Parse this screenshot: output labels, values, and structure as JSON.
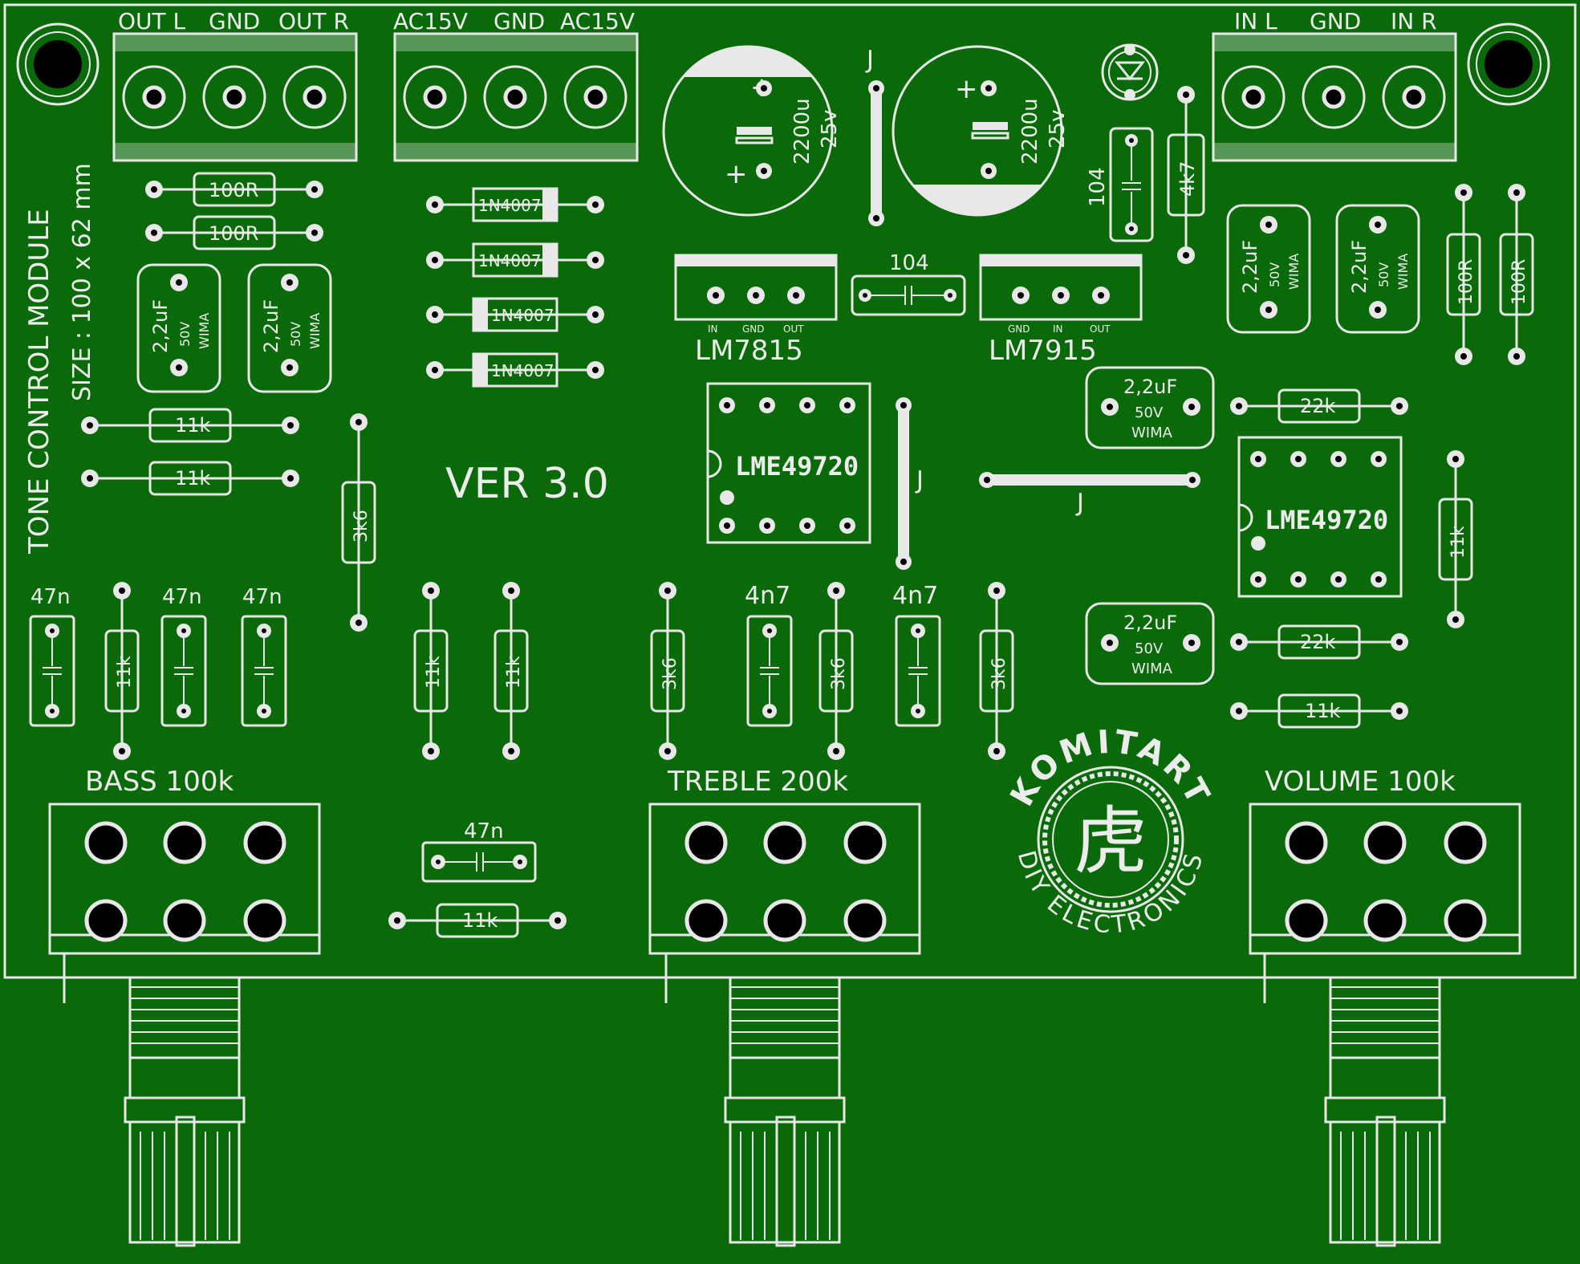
{
  "board": {
    "title": "TONE CONTROL MODULE",
    "size": "SIZE : 100 x 62 mm",
    "version": "VER 3.0",
    "colors": {
      "substrate": "#0a6a0a",
      "silkscreen": "#e8e8e8",
      "hole": "#000000"
    }
  },
  "connectors": {
    "output": [
      "OUT L",
      "GND",
      "OUT R"
    ],
    "power": [
      "AC15V",
      "GND",
      "AC15V"
    ],
    "input": [
      "IN L",
      "GND",
      "IN R"
    ]
  },
  "capacitors": {
    "electrolytic_value": "2200u",
    "electrolytic_voltage": "25v",
    "plus": "+",
    "film_value": "2,2uF",
    "film_voltage": "50V",
    "film_brand": "WIMA",
    "ceramic_104": "104",
    "c47n": "47n",
    "c4n7": "4n7"
  },
  "resistors": {
    "r100": "100R",
    "r11k": "11k",
    "r3k6": "3k6",
    "r22k": "22k",
    "r4k7": "4k7"
  },
  "diodes": {
    "label": "1N4007"
  },
  "regulators": {
    "pos": {
      "name": "LM7815",
      "pins": [
        "IN",
        "GND",
        "OUT"
      ]
    },
    "neg": {
      "name": "LM7915",
      "pins": [
        "GND",
        "IN",
        "OUT"
      ]
    }
  },
  "opamps": {
    "label": "LME49720"
  },
  "jumper": "J",
  "potentiometers": {
    "bass": "BASS  100k",
    "treble": "TREBLE  200k",
    "volume": "VOLUME  100k"
  },
  "logo": {
    "top": "KOMITART",
    "bottom": "DIY ELECTRONICS",
    "glyph": "虎"
  }
}
